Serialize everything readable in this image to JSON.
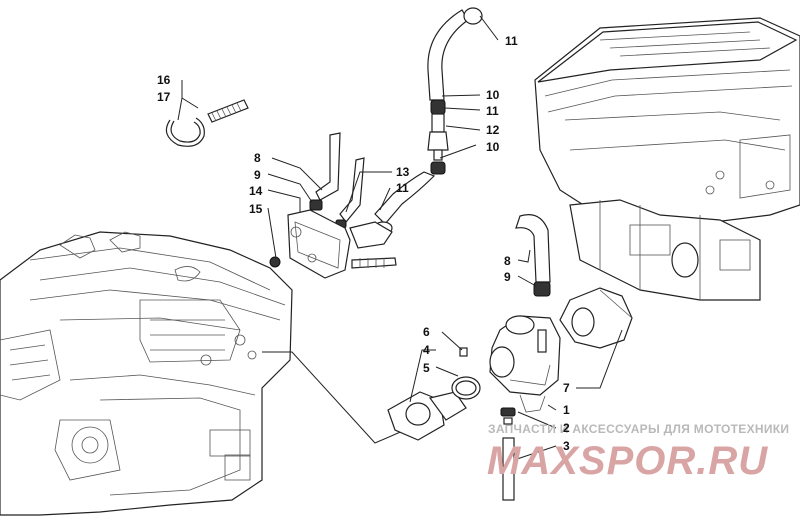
{
  "diagram": {
    "callouts": [
      "1",
      "2",
      "3",
      "4",
      "5",
      "6",
      "7",
      "8",
      "9",
      "10",
      "11",
      "12",
      "13",
      "14",
      "15",
      "16",
      "17"
    ]
  },
  "labels": {
    "p11a": "11",
    "p10a": "10",
    "p11b": "11",
    "p12": "12",
    "p10b": "10",
    "p16": "16",
    "p17": "17",
    "p8a": "8",
    "p9a": "9",
    "p14": "14",
    "p15": "15",
    "p13": "13",
    "p11c": "11",
    "p8b": "8",
    "p9b": "9",
    "p6": "6",
    "p4": "4",
    "p5": "5",
    "p7": "7",
    "p1": "1",
    "p2": "2",
    "p3": "3"
  },
  "watermark": {
    "caption": "ЗАПЧАСТИ И АКСЕССУАРЫ ДЛЯ МОТОТЕХНИКИ",
    "logo": "MAXSPOR.RU"
  }
}
